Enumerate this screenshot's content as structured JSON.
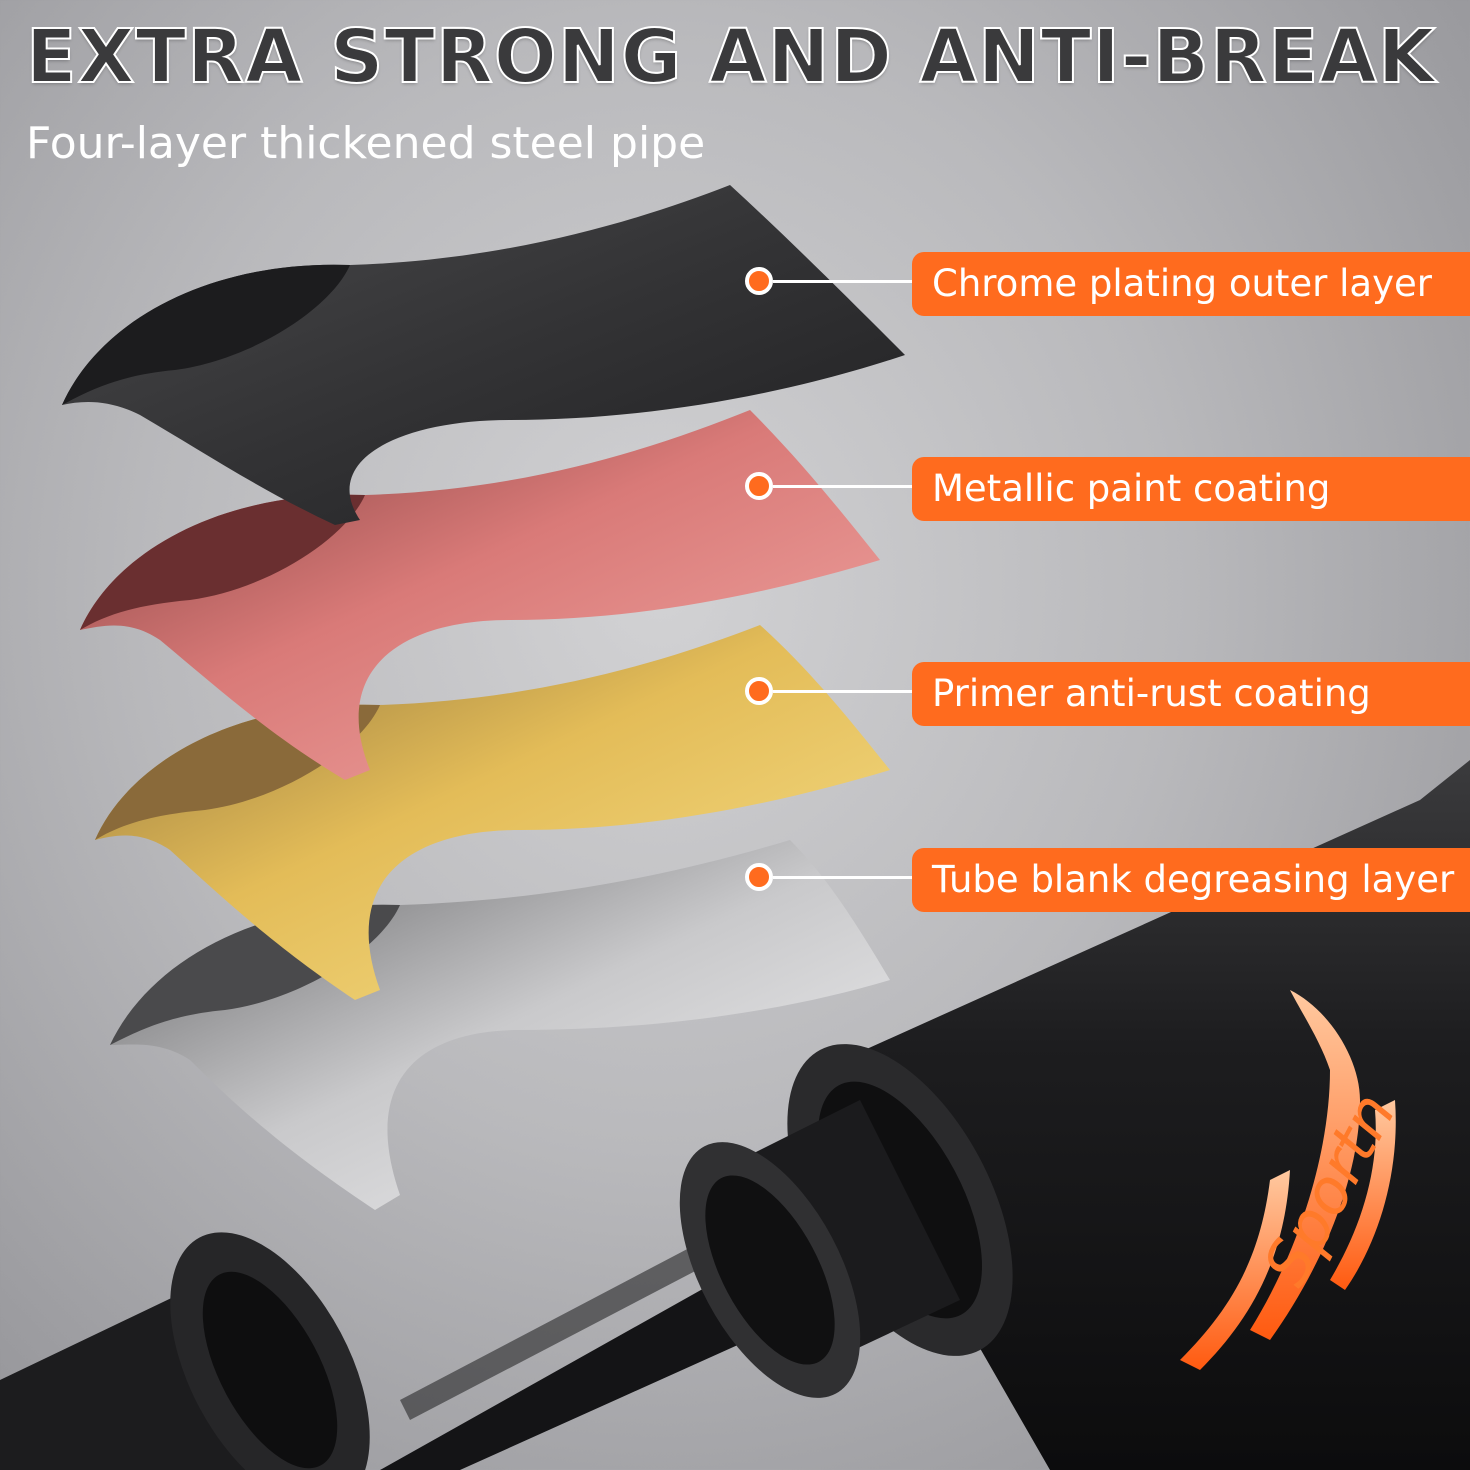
{
  "header": {
    "title": "EXTRA STRONG AND ANTI-BREAK",
    "subtitle": "Four-layer thickened steel pipe"
  },
  "layers": [
    {
      "label": "Chrome plating outer layer",
      "color": "#3a3a3c"
    },
    {
      "label": "Metallic paint coating",
      "color": "#e58a86"
    },
    {
      "label": "Primer anti-rust coating",
      "color": "#e8c45a"
    },
    {
      "label": "Tube blank degreasing layer",
      "color": "#d6d6d8"
    }
  ],
  "brand": {
    "logo_text": "Sportn"
  },
  "colors": {
    "accent": "#ff6b1e",
    "background": "#b9b9bc"
  }
}
